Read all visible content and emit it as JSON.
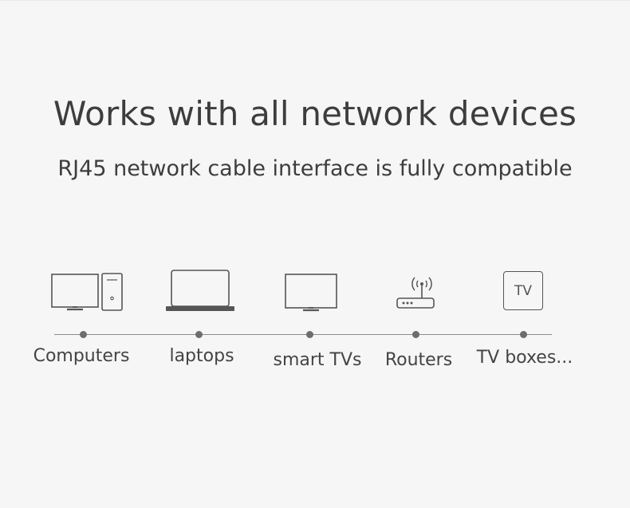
{
  "heading": "Works with all network devices",
  "subheading": "RJ45 network cable interface is fully compatible",
  "devices": [
    {
      "label": "Computers",
      "icon": "desktop-computer-icon"
    },
    {
      "label": "laptops",
      "icon": "laptop-icon"
    },
    {
      "label": "smart TVs",
      "icon": "smart-tv-icon"
    },
    {
      "label": "Routers",
      "icon": "router-icon"
    },
    {
      "label": "TV boxes...",
      "icon": "tv-box-icon",
      "icon_text": "TV"
    }
  ],
  "colors": {
    "background": "#f6f6f6",
    "text": "#3d3d3d",
    "line": "#8c8c8c",
    "dot": "#6d6d6d"
  }
}
